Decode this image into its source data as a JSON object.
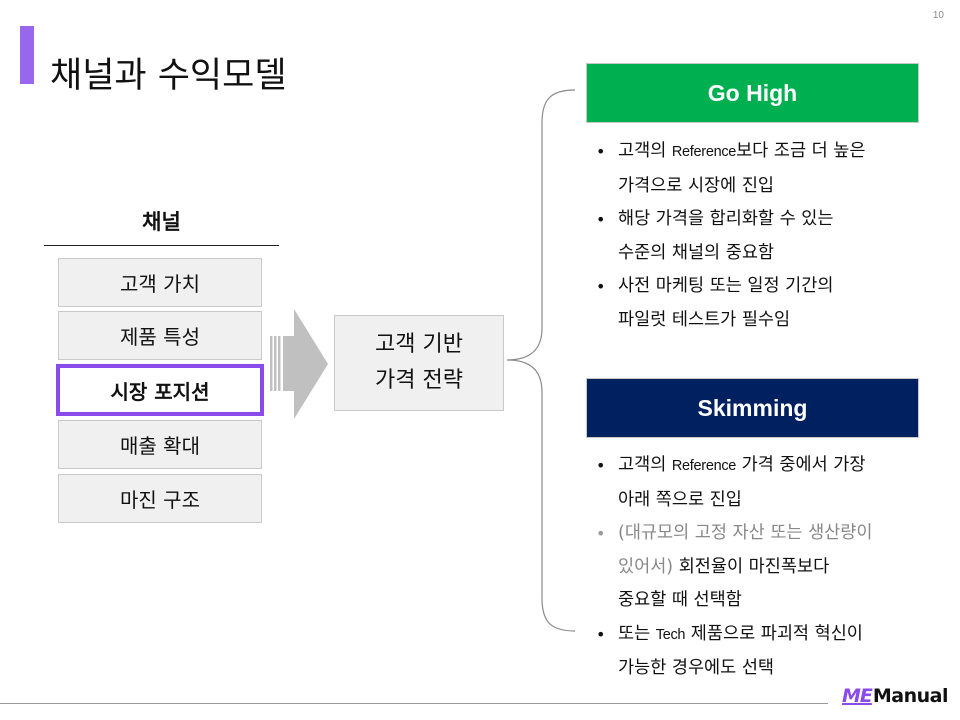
{
  "page": {
    "number": "10",
    "title": "채널과 수익모델",
    "accent_color": "#9966ee"
  },
  "channel": {
    "header": "채널",
    "items": [
      {
        "label": "고객 가치",
        "active": false
      },
      {
        "label": "제품 특성",
        "active": false
      },
      {
        "label": "시장 포지션",
        "active": true
      },
      {
        "label": "매출 확대",
        "active": false
      },
      {
        "label": "마진 구조",
        "active": false
      }
    ],
    "active_border_color": "#8a4bea"
  },
  "center": {
    "line1": "고객 기반",
    "line2": "가격 전략"
  },
  "strategies": {
    "go_high": {
      "title": "Go High",
      "color": "#00b050",
      "bullets": [
        {
          "line1_pre": "고객의 ",
          "line1_latin": "Reference",
          "line1_post": "보다 조금 더 높은",
          "line2": "가격으로 시장에 진입"
        },
        {
          "line1": "해당 가격을 합리화할 수 있는",
          "line2": "수준의 채널의 중요함"
        },
        {
          "line1": "사전 마케팅 또는 일정 기간의",
          "line2": "파일럿 테스트가 필수임"
        }
      ]
    },
    "skimming": {
      "title": "Skimming",
      "color": "#002060",
      "bullets": [
        {
          "line1_pre": "고객의 ",
          "line1_latin": "Reference",
          "line1_post": " 가격 중에서 가장",
          "line2": "아래 쪽으로 진입"
        },
        {
          "line1_muted": "(대규모의 고정 자산 또는 생산량이",
          "line2_muted": "있어서)",
          "line2_post": " 회전율이 마진폭보다",
          "line3": "중요할 때 선택함"
        },
        {
          "line1_pre": "또는 ",
          "line1_latin": "Tech",
          "line1_post": " 제품으로 파괴적 혁신이",
          "line2": "가능한 경우에도 선택"
        }
      ]
    }
  },
  "footer": {
    "brand_prefix": "ME",
    "brand_name": "Manual"
  }
}
